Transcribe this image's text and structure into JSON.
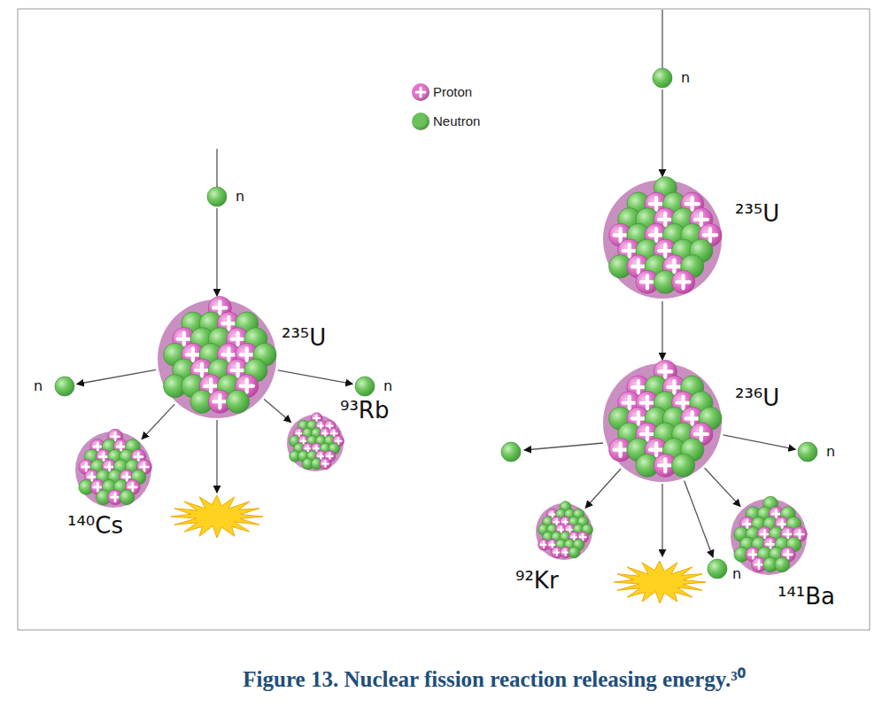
{
  "diagram": {
    "caption": "Figure 13. Nuclear fission reaction releasing energy.³⁰",
    "nodes": [
      {
        "text": [
          "n"
        ]
      },
      {
        "text": [
          "²³⁵U"
        ]
      },
      {
        "text": [
          "n"
        ]
      },
      {
        "text": [
          "n"
        ]
      },
      {
        "text": [
          "¹⁴⁰Cs"
        ]
      },
      {
        "text": [
          "⁹³Rb"
        ]
      },
      {
        "text": [
          "n"
        ]
      },
      {
        "text": [
          "²³⁵U"
        ]
      },
      {
        "text": [
          "²³⁶U"
        ]
      },
      {
        "text": [
          "n"
        ]
      },
      {
        "text": [
          "⁹²Kr"
        ]
      },
      {
        "text": [
          "n"
        ]
      },
      {
        "text": [
          "¹⁴¹Ba"
        ]
      }
    ],
    "edges": [
      {
        "from": 0,
        "to": 1,
        "arrow": "to"
      },
      {
        "from": 1,
        "to": 2,
        "arrow": "to"
      },
      {
        "from": 1,
        "to": 3,
        "arrow": "to"
      },
      {
        "from": 1,
        "to": 4,
        "arrow": "to"
      },
      {
        "from": 1,
        "to": 5,
        "arrow": "to"
      },
      {
        "from": 6,
        "to": 7,
        "arrow": "to"
      },
      {
        "from": 7,
        "to": 8,
        "arrow": "to"
      },
      {
        "from": 8,
        "to": 9,
        "arrow": "to"
      },
      {
        "from": 8,
        "to": 10,
        "arrow": "to"
      },
      {
        "from": 8,
        "to": 11,
        "arrow": "to"
      },
      {
        "from": 8,
        "to": 12,
        "arrow": "to"
      }
    ],
    "legend": [
      {
        "text": "Proton",
        "color": "#e274cc"
      },
      {
        "text": "Neutron",
        "color": "#6cc25a"
      }
    ]
  }
}
